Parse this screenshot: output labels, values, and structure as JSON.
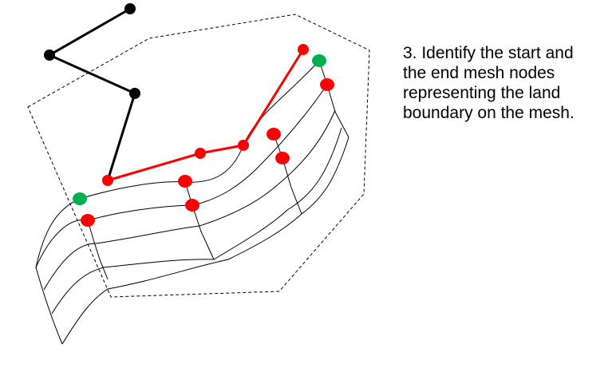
{
  "caption": {
    "lines": [
      "3. Identify the start and",
      "the end mesh nodes",
      "representing the land",
      "boundary on the mesh."
    ]
  },
  "colors": {
    "land_boundary": "#000000",
    "boundary_path": "#ff0000",
    "end_node": "#00b050",
    "mesh_line": "#000000",
    "outer_polygon": "#000000"
  },
  "diagram": {
    "shapes": [
      "dashed-outer-polygon",
      "curved-mesh",
      "black-land-boundary-polyline",
      "red-boundary-polyline",
      "green-start-end-nodes"
    ]
  }
}
